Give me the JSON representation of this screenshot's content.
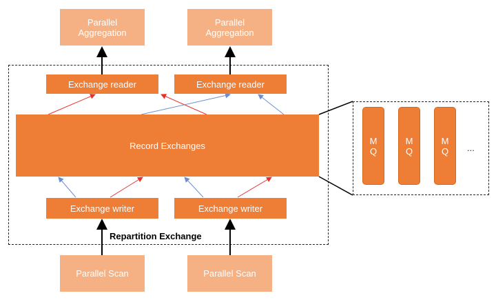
{
  "top_nodes": [
    {
      "line1": "Parallel",
      "line2": "Aggregation"
    },
    {
      "line1": "Parallel",
      "line2": "Aggregation"
    }
  ],
  "readers": [
    "Exchange reader",
    "Exchange reader"
  ],
  "record_exchanges": "Record Exchanges",
  "writers": [
    "Exchange writer",
    "Exchange writer"
  ],
  "scans": [
    "Parallel Scan",
    "Parallel Scan"
  ],
  "group_label": "Repartition Exchange",
  "mq_nodes": [
    {
      "line1": "M",
      "line2": "Q"
    },
    {
      "line1": "M",
      "line2": "Q"
    },
    {
      "line1": "M",
      "line2": "Q"
    }
  ],
  "ellipsis": "...",
  "colors": {
    "light_box": "#f5b183",
    "dark_box": "#ee7d36",
    "red_arrow": "#e8312a",
    "blue_arrow": "#6d8fcf"
  }
}
